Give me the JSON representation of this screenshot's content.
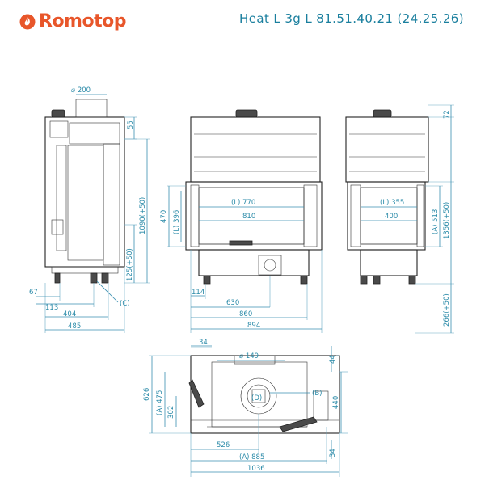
{
  "brand": {
    "name": "Romotop",
    "accent": "#e8562a"
  },
  "model": "Heat L 3g L 81.51.40.21 (24.25.26)",
  "colors": {
    "dimension": "#2a8aa8",
    "outline": "#222222"
  },
  "side_view": {
    "labels": {
      "flue_diameter": "⌀ 200",
      "top_offset": "55",
      "height_total": "1090(+50)",
      "height_lower": "125(+50)",
      "leg_inset": "67",
      "depth_a": "113",
      "depth_b": "404",
      "depth_total": "485",
      "marker_c": "(C)"
    }
  },
  "front_view": {
    "labels": {
      "opening_height": "470",
      "glass_height": "(L) 396",
      "glass_width": "(L) 770",
      "opening_width": "810",
      "left_offset": "114",
      "width_a": "630",
      "width_b": "860",
      "width_total": "894"
    }
  },
  "right_view": {
    "labels": {
      "top_offset": "72",
      "glass_width": "(L) 355",
      "opening_width": "400",
      "opening_height": "(A) 513",
      "height_total": "1356(+50)",
      "floor_height": "266(+50)"
    }
  },
  "plan_view": {
    "labels": {
      "top_margin": "34",
      "flue_diameter": "⌀ 149",
      "right_top": "44",
      "depth_total": "626",
      "depth_a": "(A) 475",
      "depth_b": "302",
      "right_depth": "440",
      "marker_b": "(B)",
      "marker_d": "(D)",
      "width_a": "526",
      "width_b": "(A) 885",
      "width_total": "1036",
      "right_bottom": "34"
    }
  }
}
